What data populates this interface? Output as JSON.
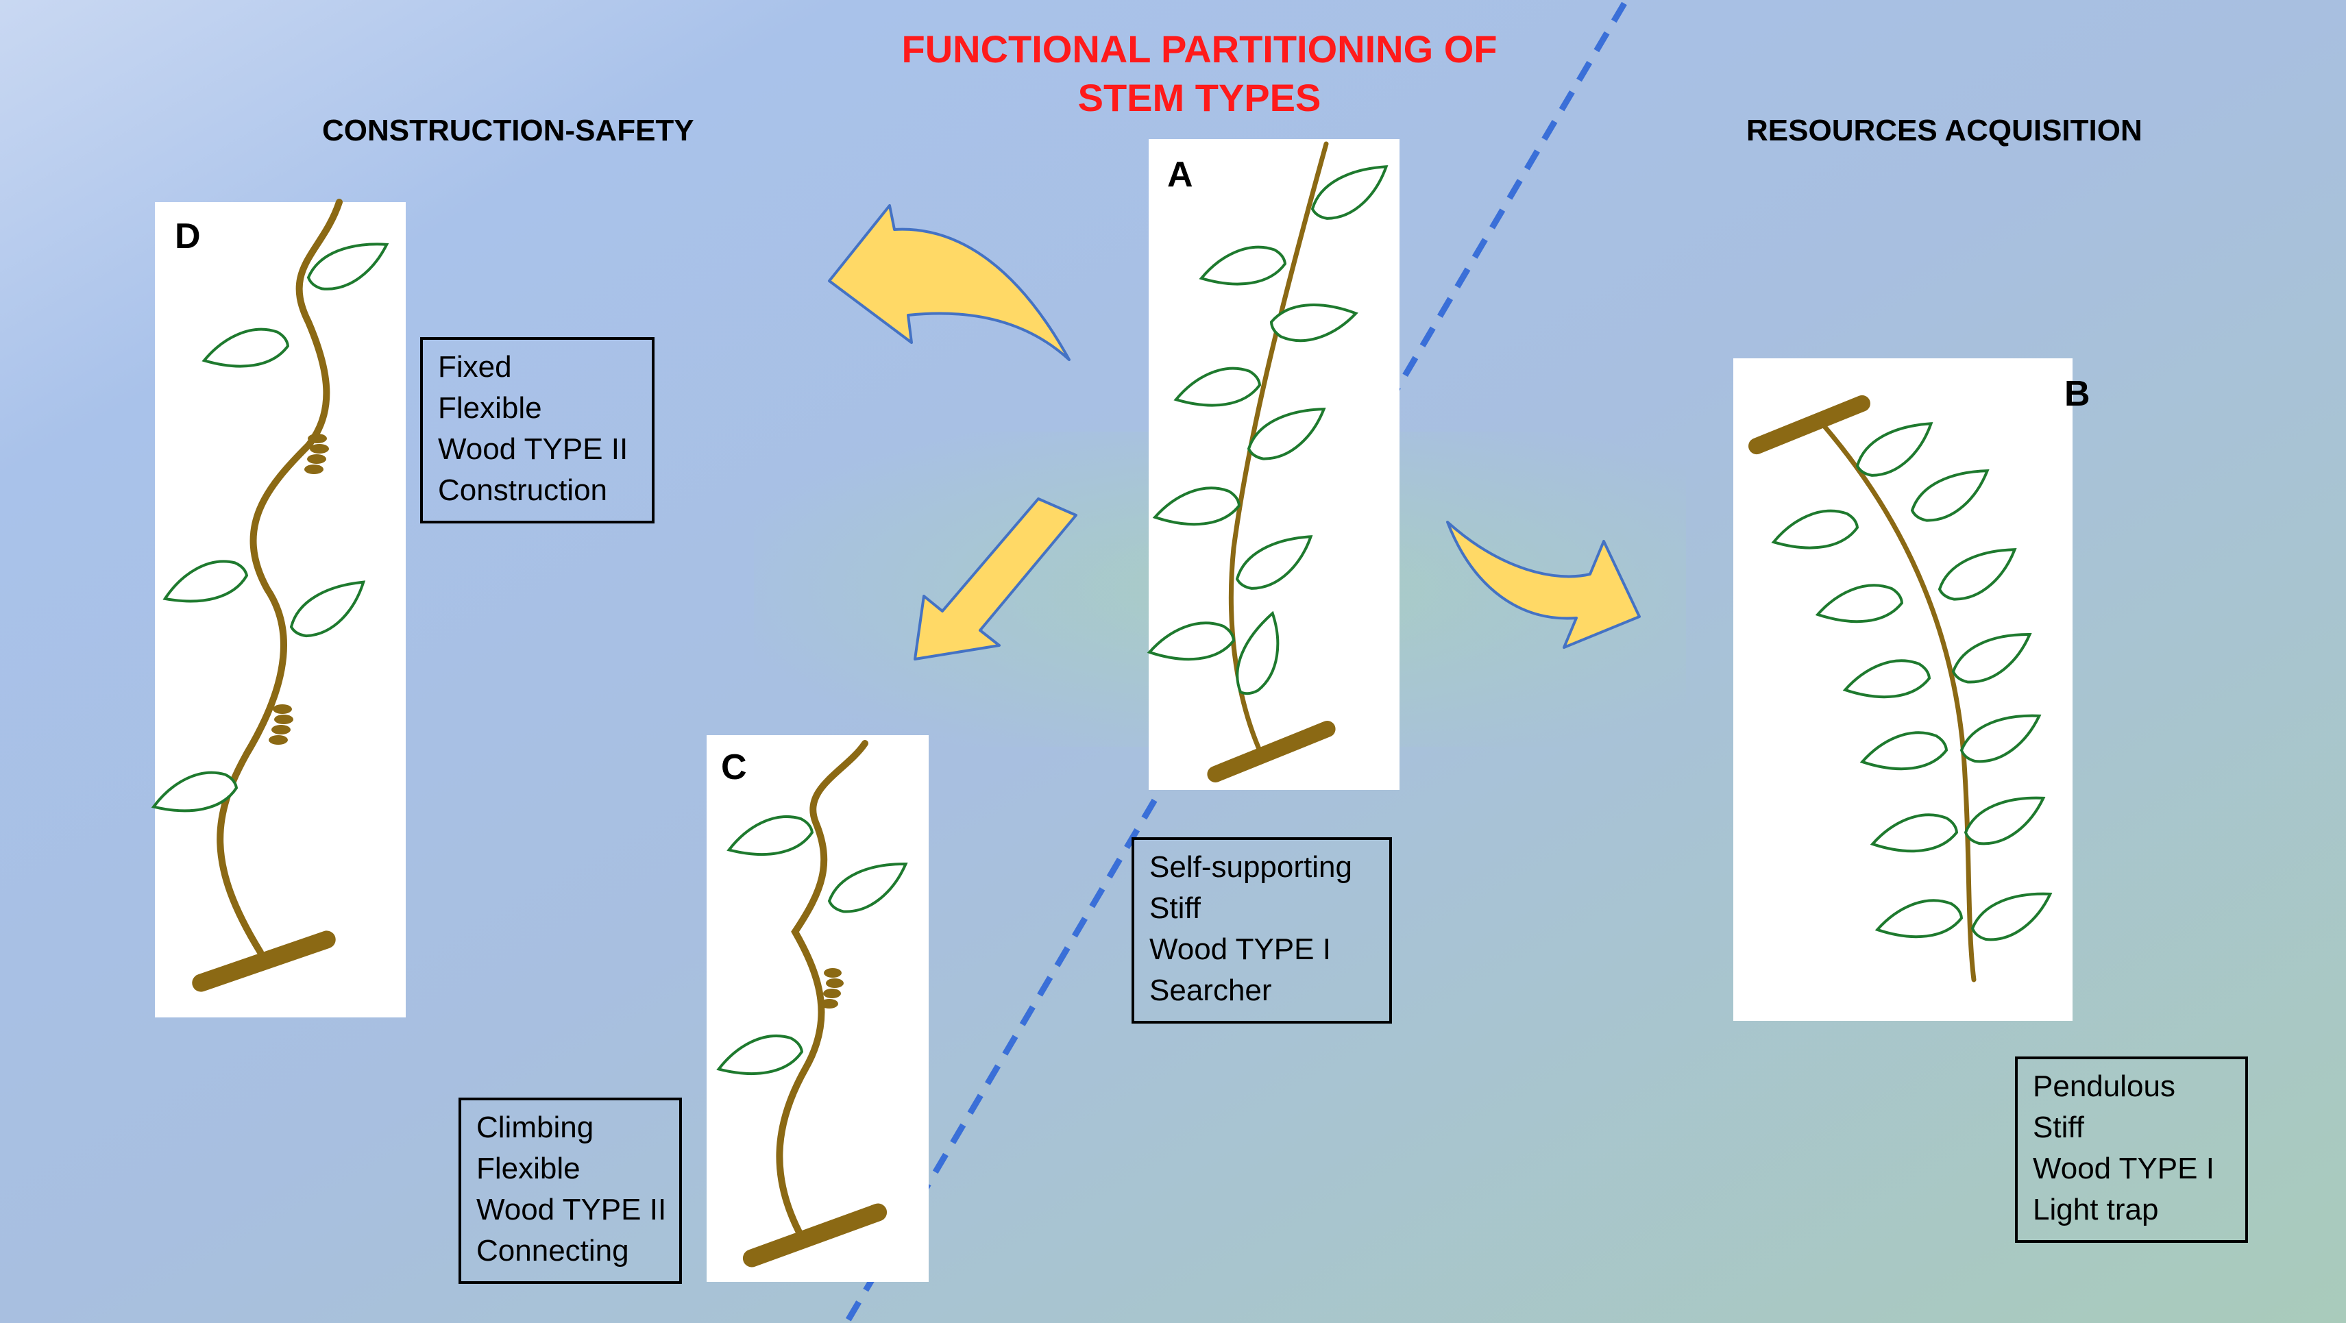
{
  "title_lines": [
    "FUNCTIONAL PARTITIONING OF",
    "STEM TYPES"
  ],
  "headings": {
    "left": "CONSTRUCTION-SAFETY",
    "right": "RESOURCES ACQUISITION"
  },
  "panels": {
    "A": {
      "letter": "A",
      "traits": [
        "Self-supporting",
        "Stiff",
        "Wood TYPE I",
        "Searcher"
      ]
    },
    "B": {
      "letter": "B",
      "traits": [
        "Pendulous",
        "Stiff",
        "Wood TYPE I",
        "Light trap"
      ]
    },
    "C": {
      "letter": "C",
      "traits": [
        "Climbing",
        "Flexible",
        "Wood TYPE II",
        "Connecting"
      ]
    },
    "D": {
      "letter": "D",
      "traits": [
        "Fixed",
        "Flexible",
        "Wood TYPE II",
        "Construction"
      ]
    }
  },
  "colors": {
    "title": "#ff1a1a",
    "stem": "#8b6914",
    "leaf": "#1e7a2e",
    "arrow": "#ffd966",
    "divider": "#3a6fd8"
  }
}
